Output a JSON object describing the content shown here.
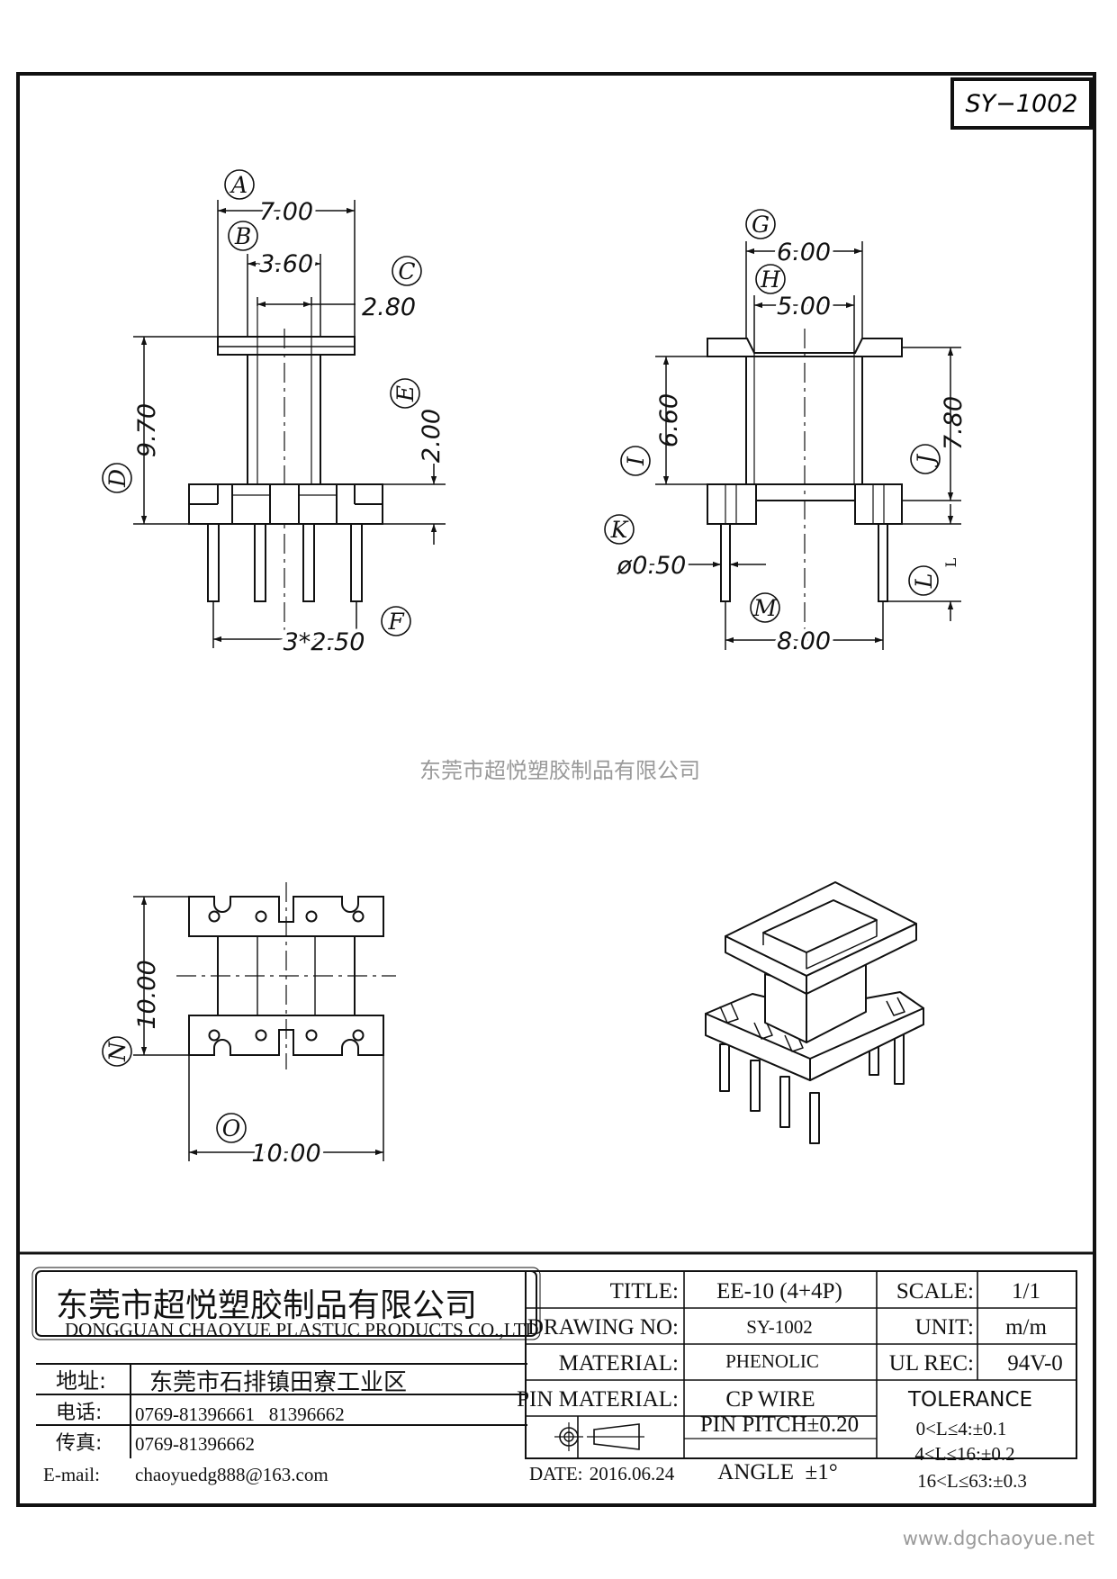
{
  "drawing_code": "SY−1002",
  "watermark": "东莞市超悦塑胶制品有限公司",
  "website": "www.dgchaoyue.net",
  "labels": [
    "A",
    "B",
    "C",
    "D",
    "E",
    "F",
    "G",
    "H",
    "I",
    "J",
    "K",
    "L",
    "M",
    "N",
    "O"
  ],
  "dimensions": {
    "a": "7.00",
    "b": "3.60",
    "c": "2.80",
    "d": "9.70",
    "e": "2.00",
    "f": "3*2.50",
    "g": "6.00",
    "h": "5.00",
    "i": "6.60",
    "j": "7.80",
    "k": "ø0.50",
    "l": "L",
    "m": "8.00",
    "n": "10.00",
    "o": "10.00"
  },
  "company": {
    "name_cn": "东莞市超悦塑胶制品有限公司",
    "name_en": "DONGGUAN CHAOYUE PLASTUC PRODUCTS CO.,LTD",
    "address_label": "地址:",
    "address": "东莞市石排镇田寮工业区",
    "phone_label": "电话:",
    "phone": "0769-81396661   81396662",
    "fax_label": "传真:",
    "fax": "0769-81396662",
    "email_label": "E-mail:",
    "email": "chaoyuedg888@163.com"
  },
  "titleblock": {
    "title_label": "TITLE:",
    "title": "EE-10 (4+4P)",
    "scale_label": "SCALE:",
    "scale": "1/1",
    "drawing_no_label": "DRAWING NO:",
    "drawing_no": "SY-1002",
    "unit_label": "UNIT:",
    "unit": "m/m",
    "material_label": "MATERIAL:",
    "material": "PHENOLIC",
    "ul_label": "UL REC:",
    "ul": "94V-0",
    "pin_material_label": "PIN MATERIAL:",
    "pin_material": "CP WIRE",
    "tolerance_label": "TOLERANCE",
    "pin_pitch": "PIN PITCH±0.20",
    "angle": "ANGLE  ±1°",
    "tol1": "0<L≤4:±0.1",
    "tol2": "4<L≤16:±0.2",
    "tol3": "16<L≤63:±0.3",
    "date_label": "DATE:",
    "date": "2016.06.24"
  }
}
